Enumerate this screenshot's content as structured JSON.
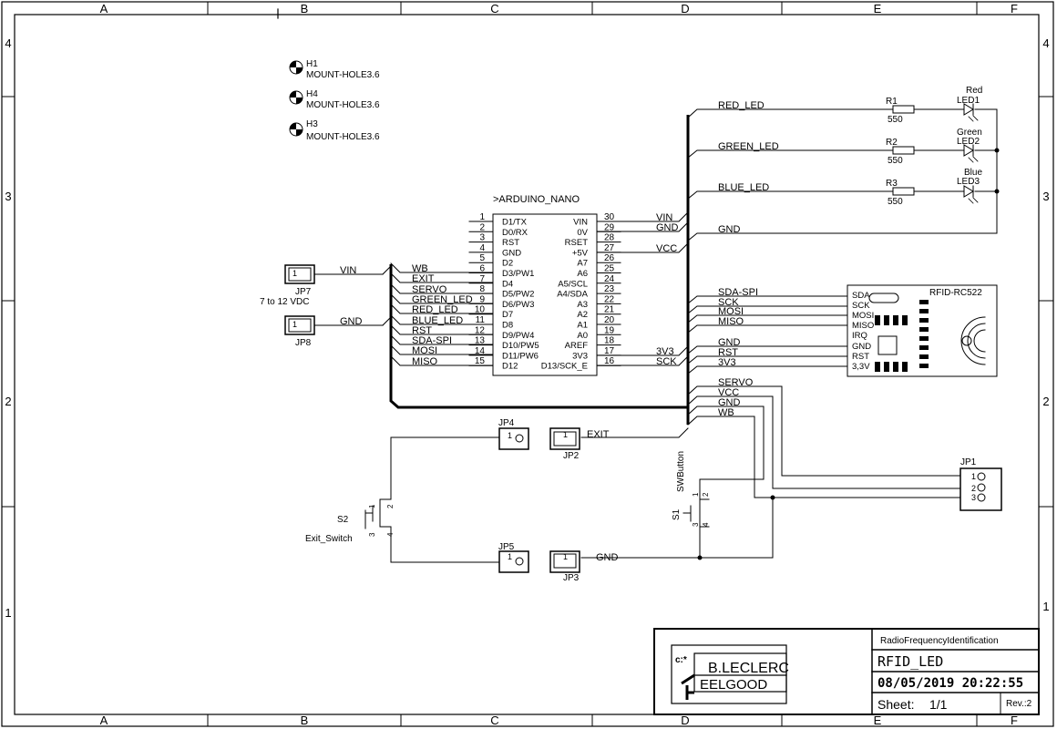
{
  "frame": {
    "columns": [
      "A",
      "B",
      "C",
      "D",
      "E",
      "F"
    ],
    "rows": [
      "4",
      "3",
      "2",
      "1"
    ]
  },
  "mount_holes": [
    {
      "ref": "H1",
      "value": "MOUNT-HOLE3.6"
    },
    {
      "ref": "H4",
      "value": "MOUNT-HOLE3.6"
    },
    {
      "ref": "H3",
      "value": "MOUNT-HOLE3.6"
    }
  ],
  "nano": {
    "value": ">ARDUINO_NANO",
    "left_pins": [
      {
        "num": "1",
        "name": "D1/TX"
      },
      {
        "num": "2",
        "name": "D0/RX"
      },
      {
        "num": "3",
        "name": "RST"
      },
      {
        "num": "4",
        "name": "GND"
      },
      {
        "num": "5",
        "name": "D2"
      },
      {
        "num": "6",
        "name": "D3/PW1"
      },
      {
        "num": "7",
        "name": "D4"
      },
      {
        "num": "8",
        "name": "D5/PW2"
      },
      {
        "num": "9",
        "name": "D6/PW3"
      },
      {
        "num": "10",
        "name": "D7"
      },
      {
        "num": "11",
        "name": "D8"
      },
      {
        "num": "12",
        "name": "D9/PW4"
      },
      {
        "num": "13",
        "name": "D10/PW5"
      },
      {
        "num": "14",
        "name": "D11/PW6"
      },
      {
        "num": "15",
        "name": "D12"
      }
    ],
    "right_pins": [
      {
        "num": "30",
        "name": "VIN"
      },
      {
        "num": "29",
        "name": "0V"
      },
      {
        "num": "28",
        "name": "RSET"
      },
      {
        "num": "27",
        "name": "+5V"
      },
      {
        "num": "26",
        "name": "A7"
      },
      {
        "num": "25",
        "name": "A6"
      },
      {
        "num": "24",
        "name": "A5/SCL"
      },
      {
        "num": "23",
        "name": "A4/SDA"
      },
      {
        "num": "22",
        "name": "A3"
      },
      {
        "num": "21",
        "name": "A2"
      },
      {
        "num": "20",
        "name": "A1"
      },
      {
        "num": "19",
        "name": "A0"
      },
      {
        "num": "18",
        "name": "AREF"
      },
      {
        "num": "17",
        "name": "3V3"
      },
      {
        "num": "16",
        "name": "D13/SCK_E"
      }
    ],
    "left_nets": [
      "WB",
      "EXIT",
      "SERVO",
      "GREEN_LED",
      "RED_LED",
      "BLUE_LED",
      "RST",
      "SDA-SPI",
      "MOSI",
      "MISO"
    ],
    "right_nets": {
      "vin": "VIN",
      "gnd": "GND",
      "vcc": "VCC",
      "v3": "3V3",
      "sck": "SCK"
    }
  },
  "jp7": {
    "ref": "JP7",
    "pin": "1",
    "net": "VIN",
    "note": "7 to 12 VDC"
  },
  "jp8": {
    "ref": "JP8",
    "pin": "1",
    "net": "GND"
  },
  "leds": [
    {
      "net": "RED_LED",
      "rref": "R1",
      "rval": "550",
      "color": "Red",
      "ref": "LED1"
    },
    {
      "net": "GREEN_LED",
      "rref": "R2",
      "rval": "550",
      "color": "Green",
      "ref": "LED2"
    },
    {
      "net": "BLUE_LED",
      "rref": "R3",
      "rval": "550",
      "color": "Blue",
      "ref": "LED3"
    }
  ],
  "led_gnd": "GND",
  "rfid": {
    "title": "RFID-RC522",
    "pins": [
      "SDA",
      "SCK",
      "MOSI",
      "MISO",
      "IRQ",
      "GND",
      "RST",
      "3,3V"
    ],
    "nets": [
      "SDA-SPI",
      "SCK",
      "MOSI",
      "MISO",
      "GND",
      "RST",
      "3V3"
    ]
  },
  "bus_nets": [
    "SERVO",
    "VCC",
    "GND",
    "WB"
  ],
  "jp1": {
    "ref": "JP1",
    "pins": [
      "1",
      "2",
      "3"
    ]
  },
  "jp4": {
    "ref": "JP4",
    "pin": "1"
  },
  "jp2": {
    "ref": "JP2",
    "pin": "1",
    "net": "EXIT"
  },
  "jp5": {
    "ref": "JP5",
    "pin": "1"
  },
  "jp3": {
    "ref": "JP3",
    "pin": "1",
    "net": "GND"
  },
  "s1": {
    "ref": "S1",
    "value": "SWButton",
    "pins": [
      "1",
      "2",
      "3",
      "4"
    ]
  },
  "s2": {
    "ref": "S2",
    "value": "Exit_Switch",
    "pins": [
      "1",
      "2",
      "3",
      "4"
    ]
  },
  "title_block": {
    "logo_prefix": "c:*",
    "author": "B.LECLERC",
    "company": "EELGOOD",
    "project": "RadioFrequencyIdentification",
    "name": "RFID_LED",
    "datetime": "08/05/2019 20:22:55",
    "sheet_label": "Sheet:",
    "sheet": "1/1",
    "rev": "Rev.:2"
  }
}
